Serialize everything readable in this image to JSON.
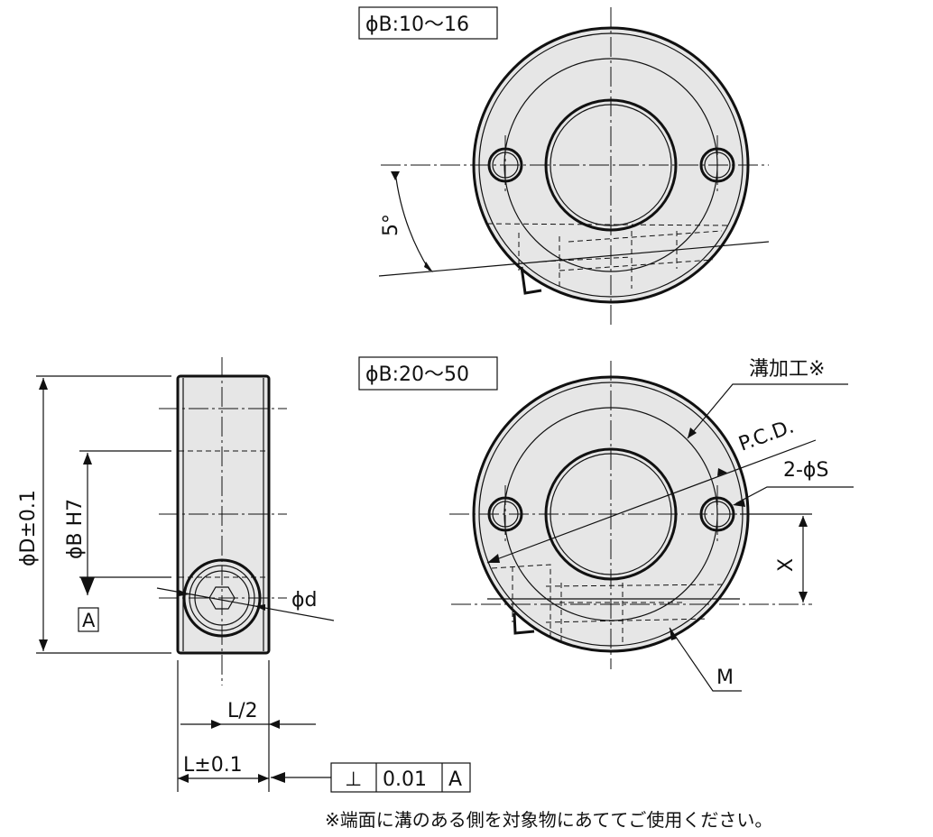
{
  "labels": {
    "range_small": "ϕB:10～16",
    "range_large": "ϕB:20～50",
    "angle": "5°",
    "groove": "溝加工※",
    "pcd": "P.C.D.",
    "holes": "2-ϕS",
    "x_dim": "X",
    "m_dim": "M",
    "outer_dia": "ϕD±0.1",
    "bore_dia": "ϕB H7",
    "datum": "A",
    "screw_dia": "ϕd",
    "half_len": "L/2",
    "length": "L±0.1",
    "perp_symbol": "⊥",
    "tolerance": "0.01",
    "tol_datum": "A"
  },
  "note": "※端面に溝のある側を対象物にあててご使用ください。",
  "colors": {
    "line": "#111111",
    "fill": "#e6e6e6",
    "background": "#ffffff"
  }
}
